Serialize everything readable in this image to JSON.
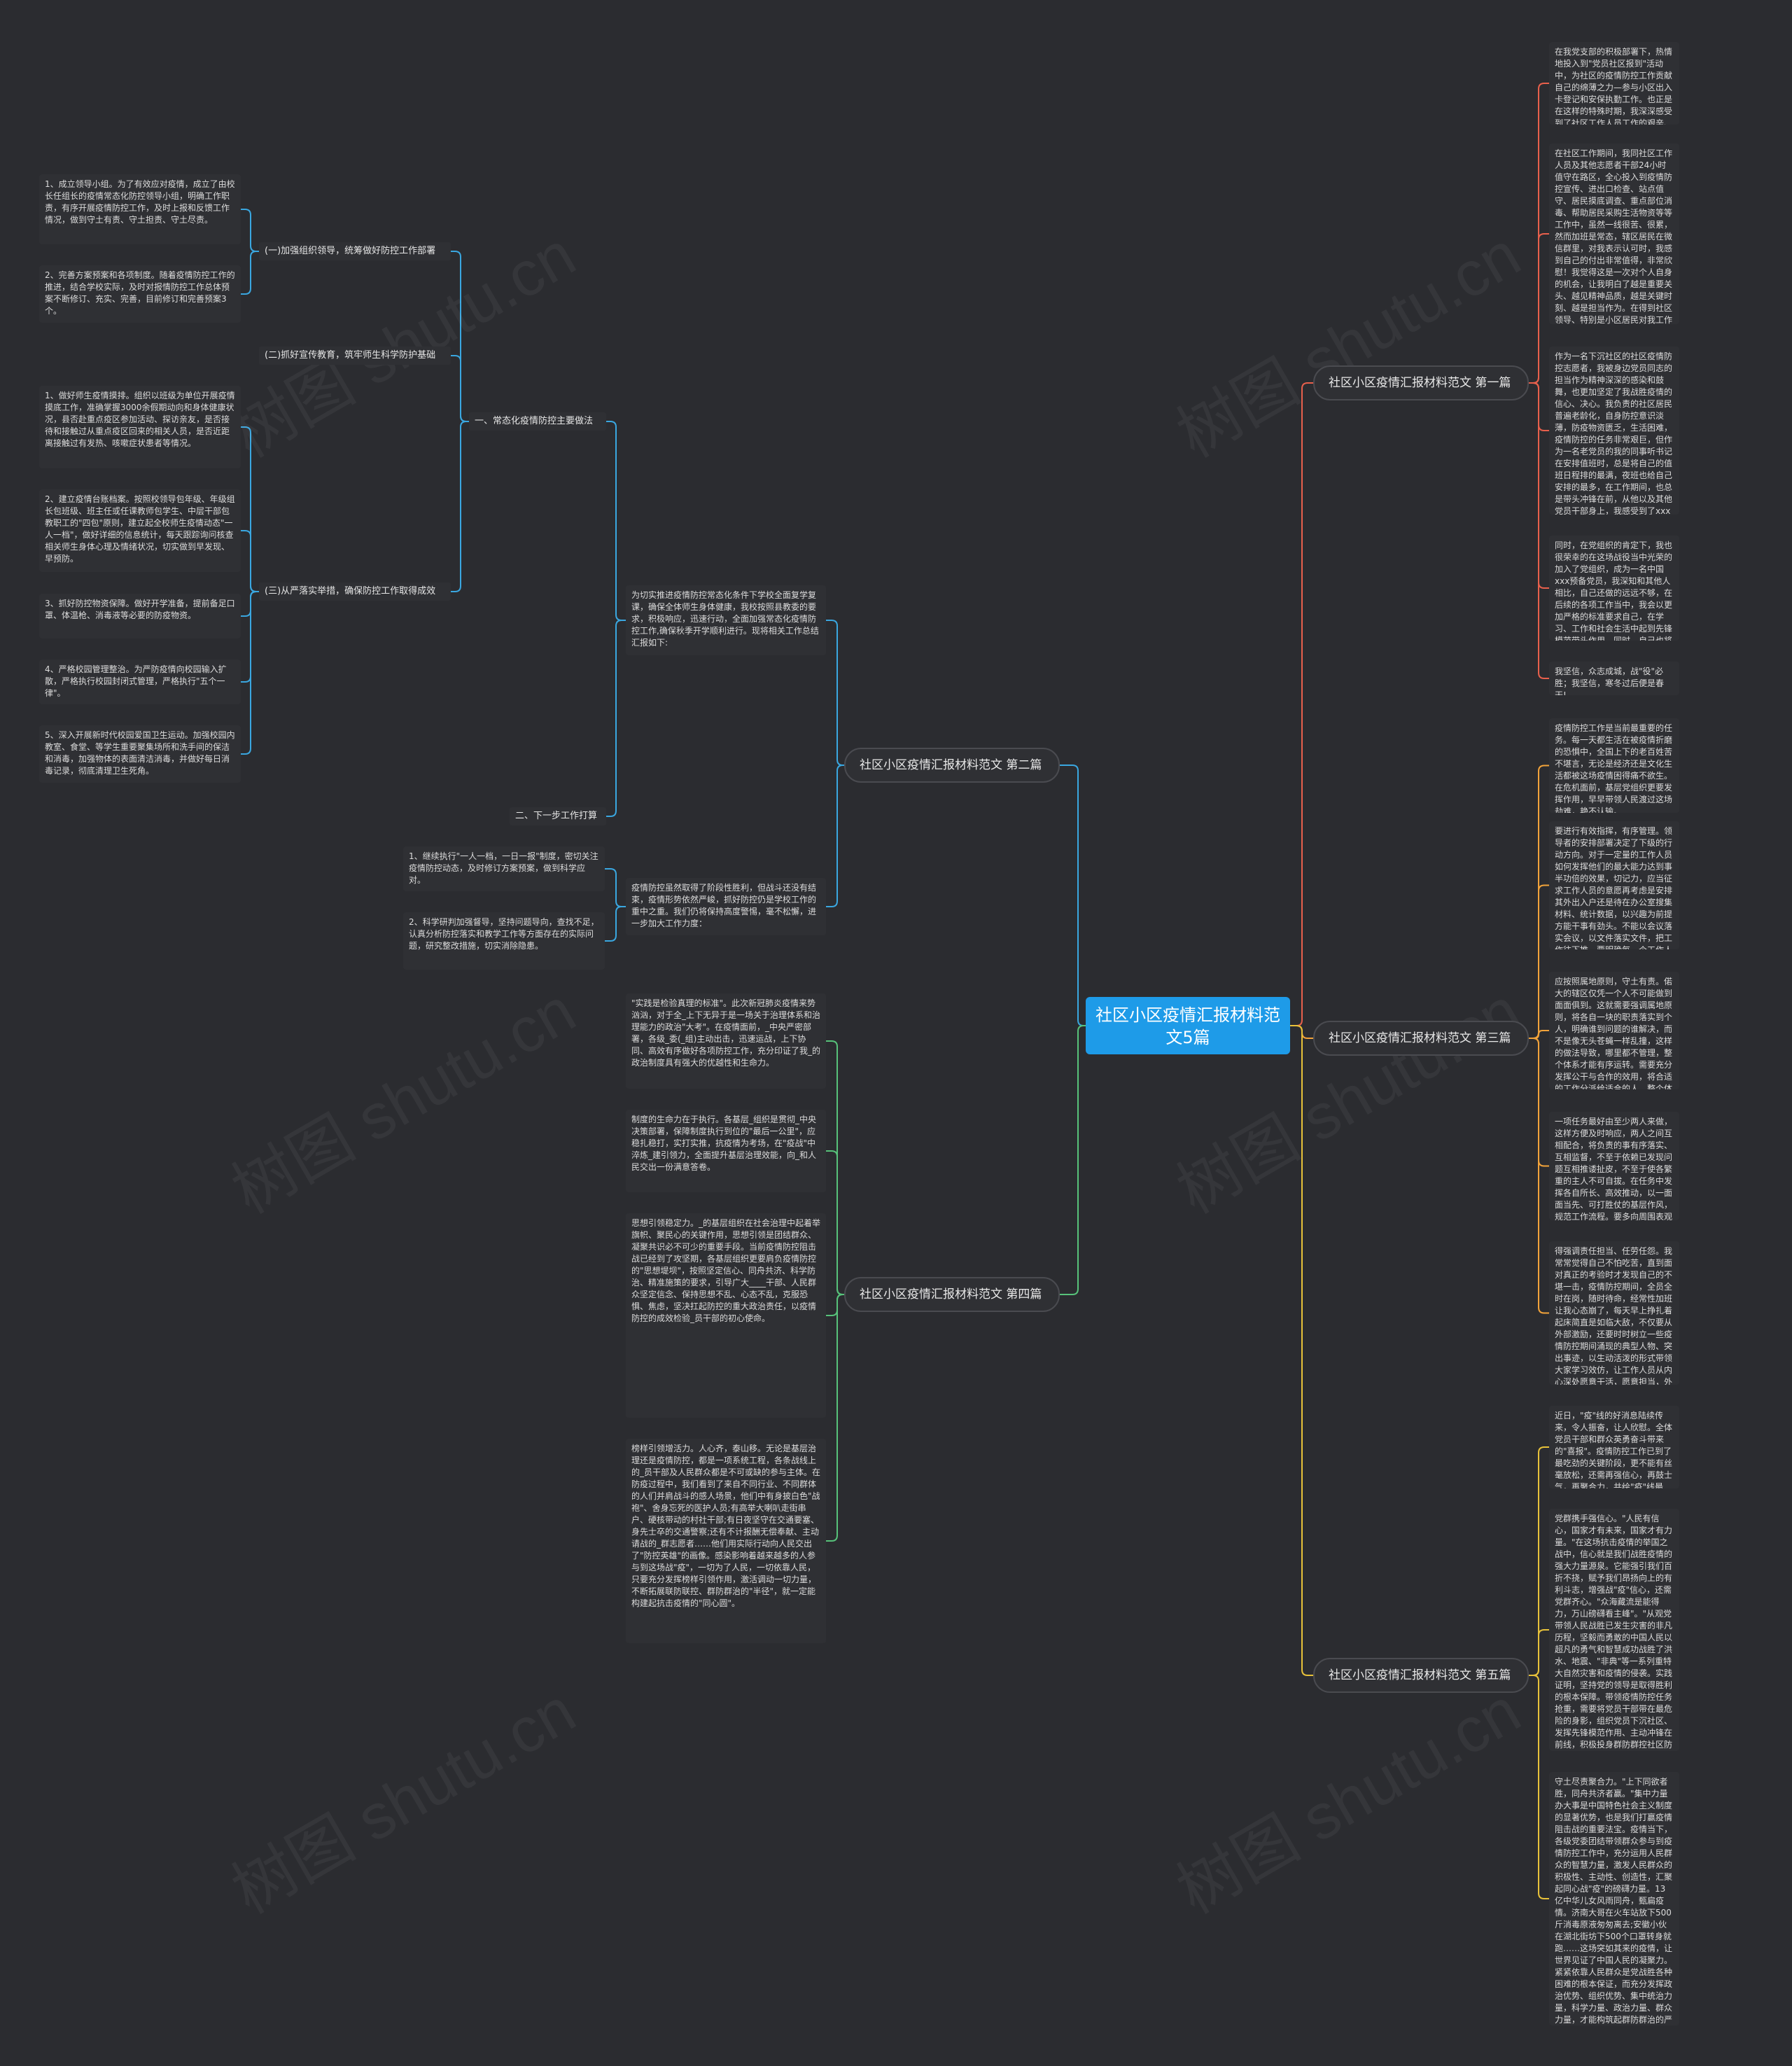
{
  "root": {
    "title": "社区小区疫情汇报材料范文5篇"
  },
  "watermark": "树图 shutu.cn",
  "colors": {
    "background": "#2b2c30",
    "root": "#1e9be8",
    "branch1": "#e8604c",
    "branch2": "#3aa7e0",
    "branch3": "#f2a33a",
    "branch4": "#57c27a",
    "branch5": "#e8c23a"
  },
  "branches": {
    "b1": {
      "label": "社区小区疫情汇报材料范文 第一篇",
      "leaves": [
        "在我党支部的积极部署下，热情地投入到\"党员社区报到\"活动中，为社区的疫情防控工作贡献自己的绵薄之力—参与小区出入卡登记和安保执勤工作。也正是在这样的特殊时期，我深深感受到了社区工作人员工作的艰辛、不易！",
        "在社区工作期间，我同社区工作人员及其他志愿者干部24小时值守在路区，全心投入到疫情防控宣传、进出口检查、站点值守、居民摸底调查、重点部位消毒、帮助居民采购生活物资等等工作中，虽然一线很苦、很累，然而加班是常态，辖区居民在微信群里，对我表示认可时，我感到自己的付出非常值得，非常欣慰！我觉得这是一次对个人自身的机会，让我明白了越是重要关头、越见精神品质，越是关键时刻、越是担当作为。在得到社区领导、特别是小区居民对我工作的肯定后，我就发反思自己哪些工作还应该做的更细致一些，哪些工作会有更好的解决方法，主动在疫情防控中磨练自己。",
        "作为一名下沉社区的社区疫情防控志愿者，我被身边党员同志的担当作为精神深深的感染和鼓舞，也更加坚定了我战胜疫情的信心、决心。我负责的社区居民普遍老龄化，自身防控意识淡薄，防疫物资匮乏，生活困难，疫情防控的任务非常艰巨，但作为一名老党员的我的同事听书记在安排值班时，总是将自己的值班日程排的最满，夜班也给自己安排的最多，在工作期间，也总是带头冲锋在前，从他以及其他党员干部身上，我感受到了xxx员全心全意为人民服务的宗旨意识，他们用自己的实际行动诠释着xxx员的初心和使命，让我更加坚定了自己的理想信念。",
        "同时，在党组织的肯定下，我也很荣幸的在这场战役当中光荣的加入了党组织，成为一名中国xxx预备党员，我深知和其他人相比，自己还做的远远不够，在后续的各项工作当中，我会以更加严格的标准要求自己，在学习、工作和社会生活中起到先锋模范带头作用，同时，自己也将用实际行动在这场疫情阻击战中接受党组织对自己的考验。",
        "我坚信，众志成城，战\"役\"必胜；我坚信，寒冬过后便是春天!"
      ]
    },
    "b2": {
      "label": "社区小区疫情汇报材料范文 第二篇",
      "intro1": "为切实推进疫情防控常态化条件下学校全面复学复课，确保全体师生身体健康，我校按照县教委的要求，积极响应，迅速行动，全面加强常态化疫情防控工作,确保秋季开学顺利进行。现将相关工作总结汇报如下:",
      "intro2": "疫情防控虽然取得了阶段性胜利，但战斗还没有结束，疫情形势依然严峻，抓好防控仍是学校工作的重中之重。我们仍将保持高度警惕，毫不松懈，进一步加大工作力度：",
      "sec1": {
        "label": "一、常态化疫情防控主要做法",
        "subs": [
          {
            "label": "(一)加强组织领导，统筹做好防控工作部署",
            "leaves": [
              "1、成立领导小组。为了有效应对疫情，成立了由校长任组长的疫情常态化防控领导小组，明确工作职责，有序开展疫情防控工作，及时上报和反馈工作情况，做到守土有责、守土担责、守土尽责。",
              "2、完善方案预案和各项制度。随着疫情防控工作的推进，结合学校实际，及时对报情防控工作总体预案不断修订、充实、完善，目前修订和完善预案3个。"
            ]
          },
          {
            "label": "(二)抓好宣传教育，筑牢师生科学防护基础",
            "leaves": []
          },
          {
            "label": "(三)从严落实举措，确保防控工作取得成效",
            "leaves": [
              "1、做好师生疫情摸排。组织以班级为单位开展疫情摸底工作，准确掌握3000余假期动向和身体健康状况，县否赴重点疫区参加活动、探访亲友，是否接待和接触过从重点疫区回来的相关人员，是否近距离接触过有发热、咳嗽症状患者等情况。",
              "2、建立疫情台账档案。按照校领导包年级、年级组长包班级、班主任或任课教师包学生、中层干部包教职工的\"四包\"原则，建立起全校师生疫情动态\"一人一档\"，做好详细的信息统计，每天跟踪询问核查相关师生身体心理及情绪状况，切实做到早发现、早预防。",
              "3、抓好防控物资保障。做好开学准备，提前备足口罩、体温枪、消毒液等必要的防疫物资。",
              "4、严格校园管理整治。为严防疫情向校园输入扩散，严格执行校园封闭式管理，严格执行\"五个一律\"。",
              "5、深入开展新时代校园爱国卫生运动。加强校园内教室、食堂、等学生重要聚集场所和洗手间的保洁和消毒，加强物体的表面清洁消毒，并做好每日消毒记录，彻底清理卫生死角。"
            ]
          }
        ]
      },
      "sec2": {
        "label": "二、下一步工作打算",
        "leaves": [
          "1、继续执行\"一人一档，一日一报\"制度，密切关注疫情防控动态，及时修订方案预案，做到科学应对。",
          "2、科学研判加强督导，坚持问题导向，查找不足，认真分析防控落实和教学工作等方面存在的实际问题，研究整改措施，切实消除隐患。"
        ]
      }
    },
    "b3": {
      "label": "社区小区疫情汇报材料范文 第三篇",
      "leaves": [
        "疫情防控工作是当前最重要的任务。每一天都生活在被疫情折磨的恐惧中，全国上下的老百姓苦不堪言，无论是经济还是文化生活都被这场疫情困得痛不欲生。在危机面前，基层党组织更要发挥作用，早早带领人民渡过这场劫难，艳不认输。",
        "要进行有效指挥，有序管理。领导者的安排部署决定了下级的行动方向。对于一定量的工作人员如何发挥他们的最大能力达到事半功倍的效果，切记力，应当征求工作人员的意愿再考虑是安排其外出入户还是待在办公室搜集材料、统计数据，以兴趣为前提方能干事有劲头。不能以会议落实会议，以文件落实文件，把工作往下推。要明确每一个工作人员的职责，而不是多人做一件事或无人处理某件事，造成工作的不及时、管理的混乱。",
        "应按照属地原则，守土有责。偌大的辖区仅凭一个人不可能做到面面俱到。这就需要强调属地原则，将各自一块的职责落实到个人，明确谁到问题的谁解决，而不是像无头苍蝇一样乱撞，这样的做法导致，哪里都不管理，整个体系才能有序运转。需要充分发挥公干与合作的效用，将合适的工作分派给适合的人，整个体系才能有序运转。需要充分发挥公干与合作的效用，能取长补短，这里的事分派给适合的人，用心地就下干用。",
        "一项任务最好由至少两人来做，这样方便及时响应，两人之间互相配合，将负责的事有序落实、互相监督，不至于依赖已发现问题互相推诿扯皮，不至于使各繁重的主人不可自拔。在任务中发挥各自所长、高效推动，以一面面当先、可打胜仗的基层作风，规范工作流程。要多向周围表观优秀的村(居)学习先进做法、典型经验，提高效率。",
        "得强调责任担当、任劳任怨。我常常觉得自己不怕吃苦，直到面对真正的考验时才发现自己的不堪一击，疫情防控期间，全员全时在岗，随时待命，经常性加班让我心态崩了，每天早上挣扎着起床简直是如临大敌，不仅要从外部激励，还要时时树立一些疫情防控期间涌现的典型人物、突出事迹，以生动活泼的形式带领大家学习效仿，让工作人员从内心深处愿意干活，愿意担当，外化为实际行动，不仅基层工作人员得勇担责任，追求卓越，领导者更要走在前面、做表率，要冲在前头、做好表率。"
      ]
    },
    "b4": {
      "label": "社区小区疫情汇报材料范文 第四篇",
      "leaves": [
        "\"实践是检验真理的标准\"。此次新冠肺炎疫情来势汹汹，对于全_上下无异于是一场关于治理体系和治理能力的政治\"大考\"。在疫情面前，_中央严密部署，各级_委(_组)主动出击，迅速运战，上下协同、高效有序做好各项防控工作，充分印证了我_的政治制度具有强大的优越性和生命力。",
        "制度的生命力在于执行。各基层_组织是贯彻_中央决策部署，保障制度执行到位的\"最后一公里\"，应稳扎稳打，实打实推，抗疫情为考场，在\"疫战\"中淬炼_建引领力，全面提升基层治理效能，向_和人民交出一份满意答卷。",
        "思想引领稳定力。_的基层组织在社会治理中起着举旗帜、聚民心的关键作用，思想引领是团结群众、凝聚共识必不可少的重要手段。当前疫情防控阻击战已经到了攻坚期，各基层组织更要肩负疫情防控的\"思想堤坝\"，按照坚定信心、同舟共济、科学防治、精准施策的要求，引导广大____干部、人民群众坚定信念、保持思想不乱、心态不乱，克服恐惧、焦虑，坚决扛起防控的重大政治责任，以疫情防控的成效检验_员干部的初心使命。",
        "榜样引领增活力。人心齐，泰山移。无论是基层治理还是疫情防控，都是一项系统工程，各条战线上的_员干部及人民群众都是不可或缺的参与主体。在防疫过程中，我们看到了来自不同行业、不同群体的人们并肩战斗的感人场景，他们中有身披白色\"战袍\"、舍身忘死的医护人员;有高举大喇叭走街串户、硬核带动的村社干部;有日夜坚守在交通要塞、身先士卒的交通警察;还有不计报酬无偿奉献、主动请战的_群志愿者……他们用实际行动向人民交出了\"防控英雄\"的画像。感染影响着越来越多的人参与到这场战\"疫\"，一切为了人民，一切依靠人民，只要充分发挥榜样引领作用，激活调动一切力量，不断拓展联防联控、群防群治的\"半径\"，就一定能构建起抗击疫情的\"同心圆\"。"
      ]
    },
    "b5": {
      "label": "社区小区疫情汇报材料范文 第五篇",
      "leaves": [
        "近日，\"疫\"线的好消息陆续传来，令人振奋，让人欣慰。全体党员干部和群众英勇奋斗带来的\"喜报\"。疫情防控工作已到了最吃劲的关键阶段，更不能有丝毫放松，还需再强信心，再鼓士气，再聚合力，共绘\"疫\"线最大\"同心圆\"。",
        "党群携手强信心。\"人民有信心，国家才有未来，国家才有力量。\"在这场抗击疫情的举国之战中，信心就是我们战胜疫情的强大力量源泉。它能强引我们百折不挠，赋予我们昂扬向上的有利斗志，增强战\"疫\"信心，还需党群齐心。\"众海藏流是能得力，万山磅礴看主峰\"。\"从观党带领人民战胜已发生灾害的非凡历程，坚毅而勇敢的中国人民以超凡的勇气和智慧成功战胜了洪水、地震、\"非典\"等一系列重特大自然灾害和疫情的侵袭。实践证明，坚持党的领导是取得胜利的根本保障。带领疫情防控任务抢重，需要将党员干部带在最危险的身影，组织党员下沉社区、发挥先锋模范作用、主动冲锋在前线，积极投身群防群控社区防疫、道路交通管理、企业复工引导等\"疫\"线工作。社区党员干部充分发挥直通基层、贴近群众的优势，深入走访摸排，广泛组织动员，严格人员流动，经过艰苦努力，疫情形势出现积极变化，防控工作取得积极成效。全民信心得以持续\"升温\"。",
        "守土尽责聚合力。\"上下同欲者胜，同舟共济者赢。\"集中力量办大事是中国特色社会主义制度的显著优势，也是我们打赢疫情阻击战的重要法宝。疫情当下，各级党委团结带领群众参与到疫情防控工作中，充分运用人民群众的智慧力量，激发人民群众的积极性、主动性、创造性，汇聚起同心战\"疫\"的磅礴力量。13亿中华儿女风雨同舟，甄扁疫情。济南大哥在火车站放下500斤消毒原液匆匆离去;安徽小伙在湖北街坊下500个口罩转身就跑……这场突如其来的疫情，让世界见证了中国人民的凝聚力。紧紧依靠人民群众是党战胜各种困难的根本保证，而充分发挥政治优势、组织优势、集中统治力量，科学力量、政治力量、群众力量，才能构筑起群防群治的严密防线。各级干部要充分掌握实际情况，及时发现不足短板，精准改进方案措施。全力推进各项防疫工作的同时，还需举起法律法纪的\"利剑\"，为科学防治与有序复工保驾护航。针对性地制定相应法律法规，确保抗疫与复工依法依规、有章有序。"
      ]
    }
  }
}
